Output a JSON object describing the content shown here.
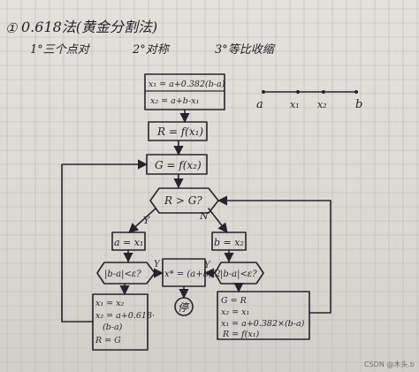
{
  "title": "0.618法(黄金分割法)",
  "title_number": "①",
  "steps": [
    "1°三个点对",
    "2°对称",
    "3°等比收缩"
  ],
  "number_line": {
    "labels": [
      "a",
      "x₁",
      "x₂",
      "b"
    ]
  },
  "flowchart": {
    "init_x1": "x₁ = a+0.382(b-a)",
    "init_x2": "x₂ = a+b-x₁",
    "eval_r": "R = f(x₁)",
    "eval_g": "G = f(x₂)",
    "decision": "R > G?",
    "yes_label": "Y",
    "no_label": "N",
    "assign_left": "a = x₁",
    "assign_right": "b = x₂",
    "tol_left": "|b-a|<ε?",
    "tol_right": "|b-a|<ε?",
    "result": "x* = (a+b)/2",
    "end_label": "停",
    "tol_yes_left": "Y",
    "tol_yes_right": "Y",
    "update_left": [
      "x₁ = x₂",
      "x₂ = a+0.618·",
      "(b-a)",
      "R = G"
    ],
    "update_right": [
      "G = R",
      "x₂ = x₁",
      "x₁ = a+0.382×(b-a)",
      "R = f(x₁)"
    ]
  },
  "watermark": "CSDN @木头.b"
}
